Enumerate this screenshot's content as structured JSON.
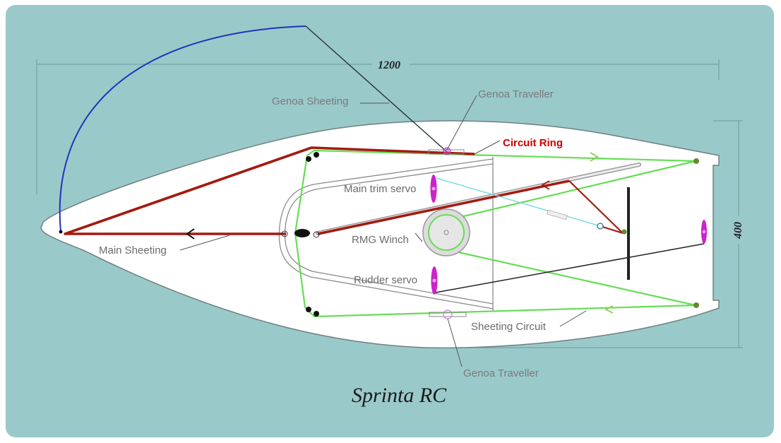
{
  "title": "Sprinta RC",
  "dimensions": {
    "length": "1200",
    "beam": "400"
  },
  "labels": {
    "genoa_sheeting": "Genoa Sheeting",
    "genoa_traveller_top": "Genoa Traveller",
    "circuit_ring": "Circuit Ring",
    "main_trim_servo": "Main trim servo",
    "main_sheeting": "Main  Sheeting",
    "rmg_winch": "RMG Winch",
    "rudder_servo": "Rudder servo",
    "sheeting_circuit": "Sheeting Circuit",
    "genoa_traveller_bottom": "Genoa Traveller"
  },
  "colors": {
    "water": "#9ac9ca",
    "hull": "#ffffff",
    "main_sheet": "#a31a10",
    "sheeting_circuit": "#66dd55",
    "genoa_sheet": "#2a3a3a",
    "jib_arc": "#2233bb",
    "servo": "#cc22cc",
    "trim_line": "#77dddd",
    "label_red": "#cc0000"
  }
}
